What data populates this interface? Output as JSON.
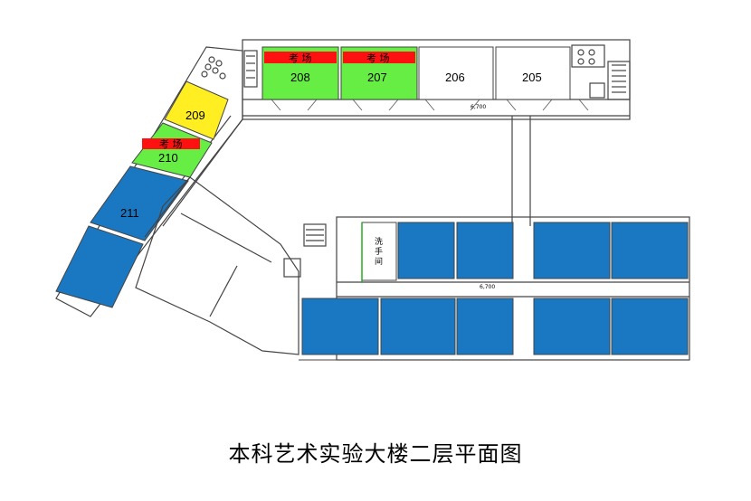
{
  "title": "本科艺术实验大楼二层平面图",
  "legend_colors": {
    "exam_room": "#66ee44",
    "exam_label_bar": "#ff1111",
    "yellow_room": "#ffee22",
    "blue_room": "#1a78c2",
    "plain_room": "#ffffff",
    "wall": "#444444"
  },
  "exam_label": "考 场",
  "rooms": {
    "r208": "208",
    "r207": "207",
    "r206": "206",
    "r205": "205",
    "r209": "209",
    "r210": "210",
    "r211": "211"
  },
  "washroom_label": [
    "洗",
    "手",
    "间"
  ],
  "corridor_labels": [
    "6,700",
    "6,700"
  ]
}
